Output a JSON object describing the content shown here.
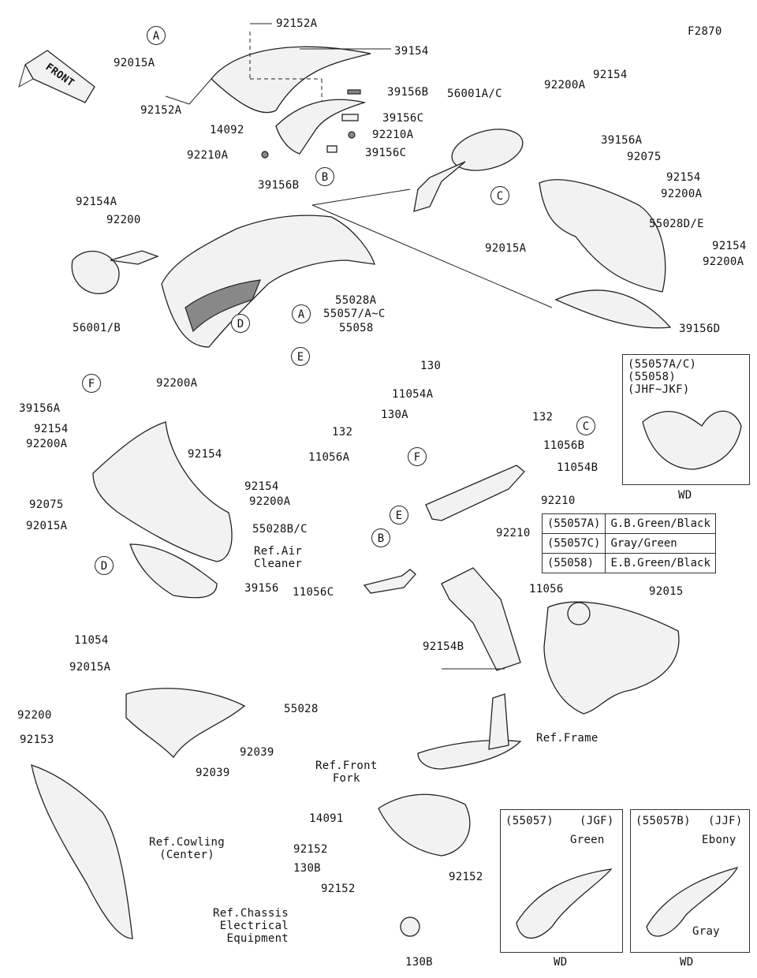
{
  "figure_code": "F2870",
  "front_arrow": "FRONT",
  "callouts": {
    "A": "A",
    "B": "B",
    "C": "C",
    "D": "D",
    "E": "E",
    "F": "F"
  },
  "labels": {
    "l_92152A_top": "92152A",
    "l_39154": "39154",
    "l_92015A_a": "92015A",
    "l_39156B_top": "39156B",
    "l_39156C": "39156C",
    "l_92210A": "92210A",
    "l_14092": "14092",
    "l_92152A_left": "92152A",
    "l_92210A_left": "92210A",
    "l_39156C_b": "39156C",
    "l_39156B_bottom": "39156B",
    "l_56001AC": "56001A/C",
    "l_92200A_tr": "92200A",
    "l_92154_tr": "92154",
    "l_39156A_tr": "39156A",
    "l_92075_tr": "92075",
    "l_92154_r2": "92154",
    "l_92200A_r2": "92200A",
    "l_55028DE": "55028D/E",
    "l_92015A_r": "92015A",
    "l_92154_r3": "92154",
    "l_92200A_r3": "92200A",
    "l_39156D": "39156D",
    "l_92154A": "92154A",
    "l_92200": "92200",
    "l_56001B": "56001/B",
    "l_55028A": "55028A",
    "l_55057AC": "55057/A~C",
    "l_55058": "55058",
    "l_39156A_l": "39156A",
    "l_92154_l1": "92154",
    "l_92200A_l1": "92200A",
    "l_92200A_top": "92200A",
    "l_92154_l2": "92154",
    "l_92075_l": "92075",
    "l_92015A_l": "92015A",
    "l_92154_m": "92154",
    "l_92200A_m": "92200A",
    "l_55028BC": "55028B/C",
    "l_ref_air": "Ref.Air\nCleaner",
    "l_39156": "39156",
    "l_130": "130",
    "l_11054A": "11054A",
    "l_130A": "130A",
    "l_132_r": "132",
    "l_132_l": "132",
    "l_11056A": "11056A",
    "l_11056B": "11056B",
    "l_11054B": "11054B",
    "l_92210_a": "92210",
    "l_92210_b": "92210",
    "l_11056C": "11056C",
    "l_11056": "11056",
    "l_92015": "92015",
    "l_92154B": "92154B",
    "l_ref_frame": "Ref.Frame",
    "l_11054": "11054",
    "l_92015A_b": "92015A",
    "l_55028": "55028",
    "l_92200_b": "92200",
    "l_92153": "92153",
    "l_92039_a": "92039",
    "l_92039_b": "92039",
    "l_ref_cowling": "Ref.Cowling\n(Center)",
    "l_ref_front_fork": "Ref.Front\nFork",
    "l_14091": "14091",
    "l_92152_a": "92152",
    "l_130B_a": "130B",
    "l_92152_b": "92152",
    "l_92152_c": "92152",
    "l_ref_chassis": "Ref.Chassis\nElectrical\nEquipment",
    "l_130B_b": "130B"
  },
  "wd_box_top": {
    "title": "(55057A/C)\n(55058)\n(JHF~JKF)",
    "footer": "WD"
  },
  "color_table": [
    {
      "code": "(55057A)",
      "color": "G.B.Green/Black"
    },
    {
      "code": "(55057C)",
      "color": "Gray/Green"
    },
    {
      "code": "(55058)",
      "color": "E.B.Green/Black"
    }
  ],
  "wd_box_left": {
    "code": "(55057)",
    "model": "(JGF)",
    "color": "Green",
    "footer": "WD"
  },
  "wd_box_right": {
    "code": "(55057B)",
    "model": "(JJF)",
    "color1": "Ebony",
    "color2": "Gray",
    "footer": "WD"
  }
}
